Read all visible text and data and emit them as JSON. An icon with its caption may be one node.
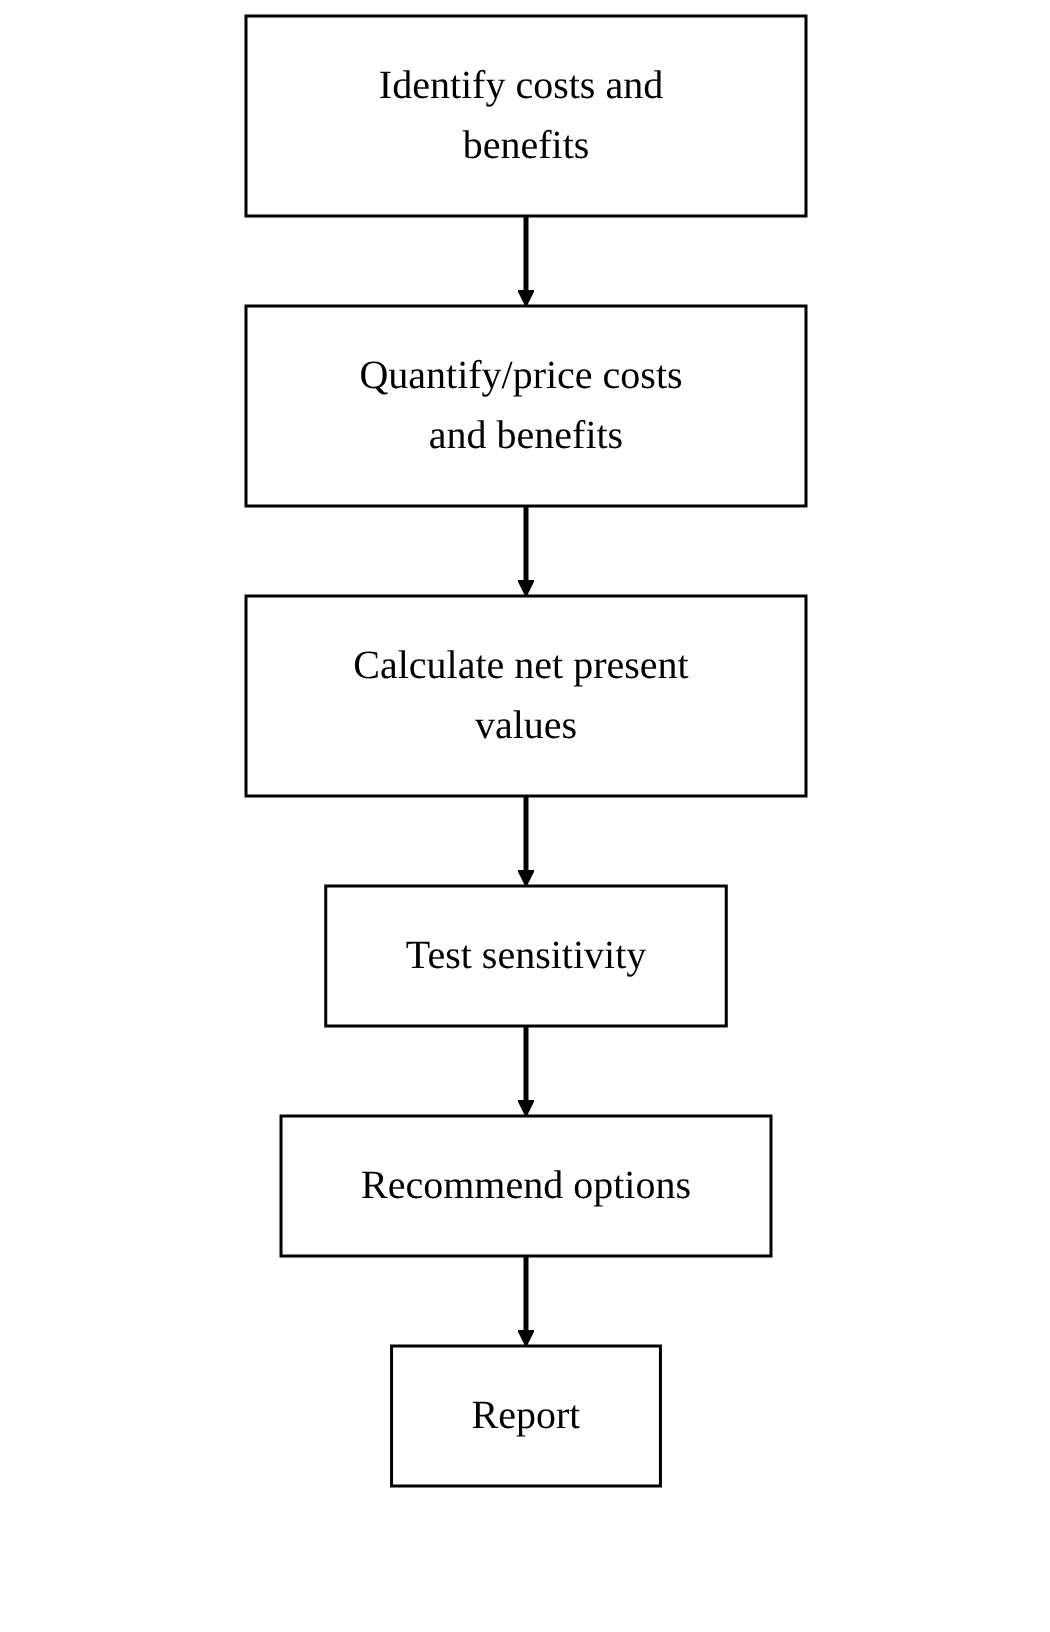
{
  "diagram": {
    "nodes": [
      {
        "text": [
          "Identify costs and benefits"
        ]
      },
      {
        "text": [
          "Quantify/price costs and benefits"
        ]
      },
      {
        "text": [
          "Calculate net present values"
        ]
      },
      {
        "text": [
          "Test sensitivity"
        ]
      },
      {
        "text": [
          "Recommend options"
        ]
      },
      {
        "text": [
          "Report"
        ]
      }
    ],
    "edges": [
      {
        "from": 0,
        "to": 1,
        "arrow": "to"
      },
      {
        "from": 1,
        "to": 2,
        "arrow": "to"
      },
      {
        "from": 2,
        "to": 3,
        "arrow": "to"
      },
      {
        "from": 3,
        "to": 4,
        "arrow": "to"
      },
      {
        "from": 4,
        "to": 5,
        "arrow": "to"
      }
    ]
  }
}
